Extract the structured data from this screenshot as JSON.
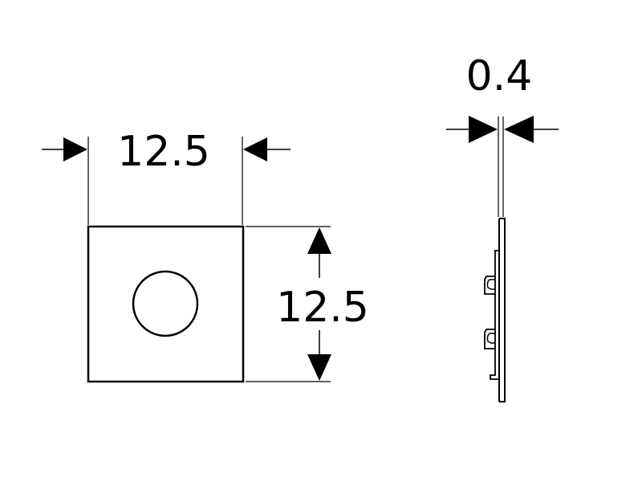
{
  "front_view": {
    "width_label": "12.5",
    "height_label": "12.5"
  },
  "side_view": {
    "thickness_label": "0.4"
  },
  "colors": {
    "line": "#000000",
    "background": "#ffffff"
  }
}
